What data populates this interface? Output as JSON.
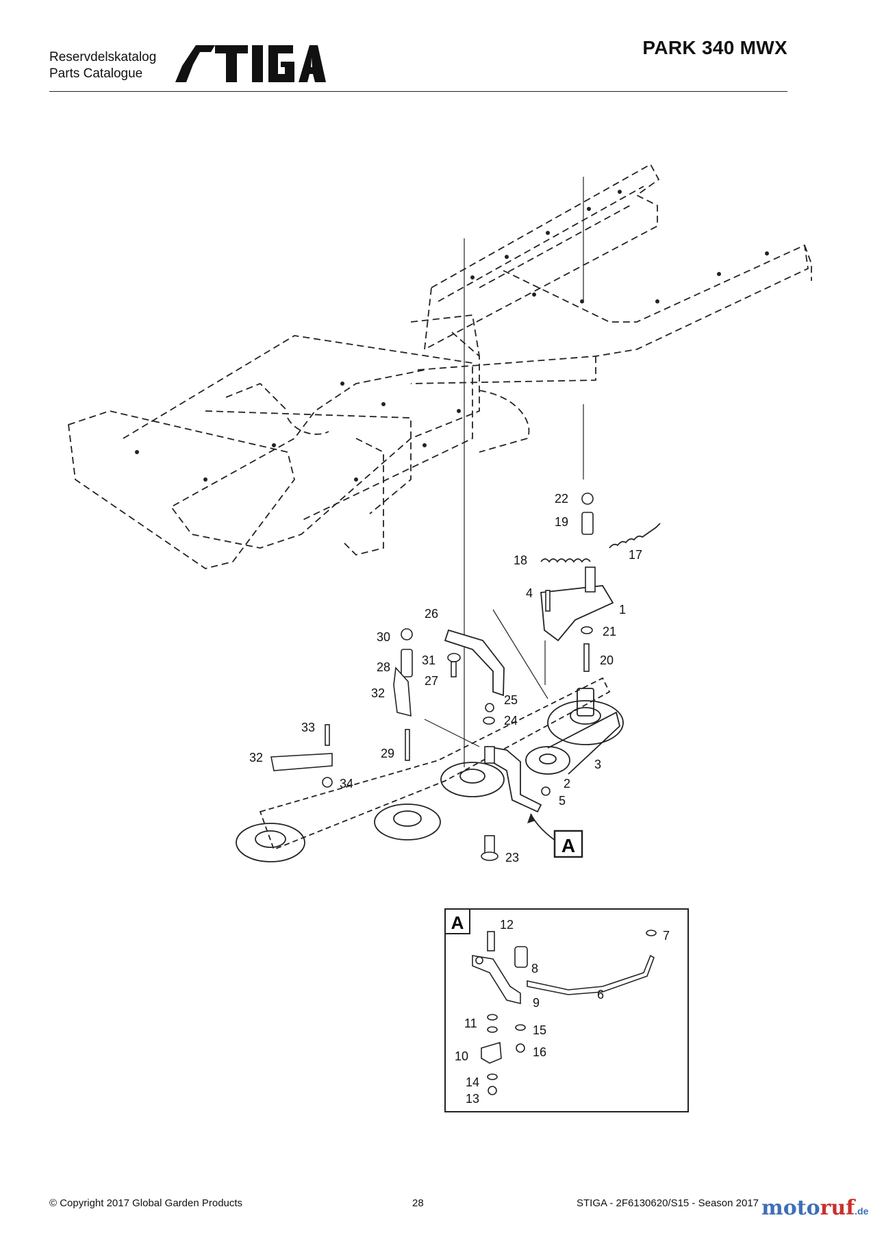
{
  "header": {
    "catalog_label_sv": "Reservdelskatalog",
    "catalog_label_en": "Parts Catalogue",
    "brand": "STIGA",
    "model": "PARK 340 MWX"
  },
  "diagram": {
    "callouts": [
      "1",
      "2",
      "3",
      "4",
      "5",
      "17",
      "18",
      "19",
      "20",
      "21",
      "22",
      "23",
      "24",
      "25",
      "26",
      "27",
      "28",
      "29",
      "30",
      "31",
      "32",
      "32",
      "33",
      "34"
    ],
    "detail_marker": "A",
    "detail_box": {
      "label": "A",
      "callouts": [
        "6",
        "7",
        "8",
        "9",
        "10",
        "11",
        "12",
        "13",
        "14",
        "15",
        "16"
      ]
    }
  },
  "footer": {
    "copyright": "© Copyright 2017 Global Garden Products",
    "page": "28",
    "doc_ref": "STIGA - 2F6130620/S15 - Season 2017"
  },
  "watermark": {
    "part_a": "moto",
    "part_b": "ruf",
    "part_c": ".de"
  }
}
